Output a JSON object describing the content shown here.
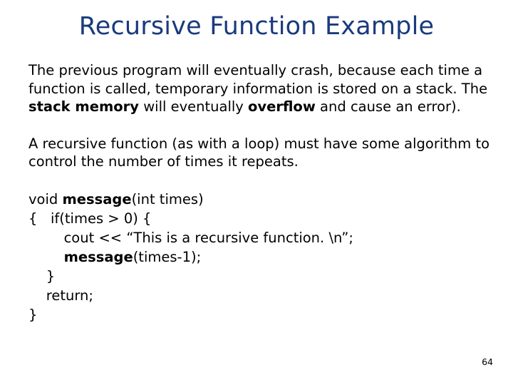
{
  "slide": {
    "title": "Recursive Function Example",
    "title_color": "#1a3a7d",
    "body_color": "#000000",
    "background_color": "#ffffff",
    "page_number": "64"
  },
  "paragraphs": [
    {
      "id": "crash-explanation",
      "runs": [
        {
          "text": "The previous program will eventually crash, because each time a function is called, temporary information is stored on a stack. The ",
          "bold": false
        },
        {
          "text": "stack memory",
          "bold": true
        },
        {
          "text": " will eventually ",
          "bold": false
        },
        {
          "text": "overflow",
          "bold": true
        },
        {
          "text": " and cause an error).",
          "bold": false
        }
      ]
    },
    {
      "id": "recursion-requirement",
      "runs": [
        {
          "text": "A recursive function (as with a loop) must have some algorithm to control the number of times it repeats.",
          "bold": false
        }
      ]
    }
  ],
  "code": {
    "id": "message-function",
    "lines": [
      {
        "runs": [
          {
            "text": "void ",
            "bold": false
          },
          {
            "text": "message",
            "bold": true
          },
          {
            "text": "(int times)",
            "bold": false
          }
        ]
      },
      {
        "runs": [
          {
            "text": "{   if(times > 0) {",
            "bold": false
          }
        ]
      },
      {
        "runs": [
          {
            "text": "        cout << “This is a recursive function. \\n”;",
            "bold": false
          }
        ]
      },
      {
        "runs": [
          {
            "text": "        ",
            "bold": false
          },
          {
            "text": "message",
            "bold": true
          },
          {
            "text": "(times-1);",
            "bold": false
          }
        ]
      },
      {
        "runs": [
          {
            "text": "    }",
            "bold": false
          }
        ]
      },
      {
        "runs": [
          {
            "text": "    return;",
            "bold": false
          }
        ]
      },
      {
        "runs": [
          {
            "text": "}",
            "bold": false
          }
        ]
      }
    ]
  }
}
